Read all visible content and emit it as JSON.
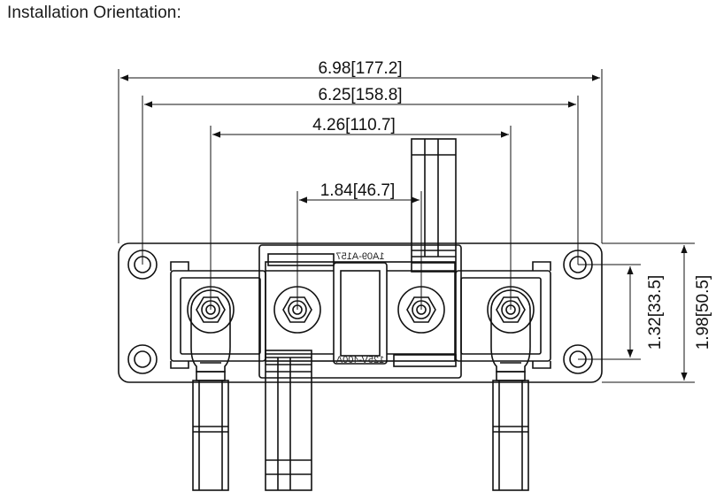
{
  "heading": "Installation Orientation:",
  "dimensions": {
    "overall_width": "6.98[177.2]",
    "hole_spacing": "6.25[158.8]",
    "outer_terminal_spacing": "4.26[110.7]",
    "inner_terminal_spacing": "1.84[46.7]",
    "hole_vertical_spacing": "1.32[33.5]",
    "overall_height": "1.98[50.5]"
  },
  "housing_markings": {
    "top": "1A09-A157",
    "bottom": "125V-400A"
  },
  "colors": {
    "line": "#111111",
    "background": "#ffffff"
  }
}
